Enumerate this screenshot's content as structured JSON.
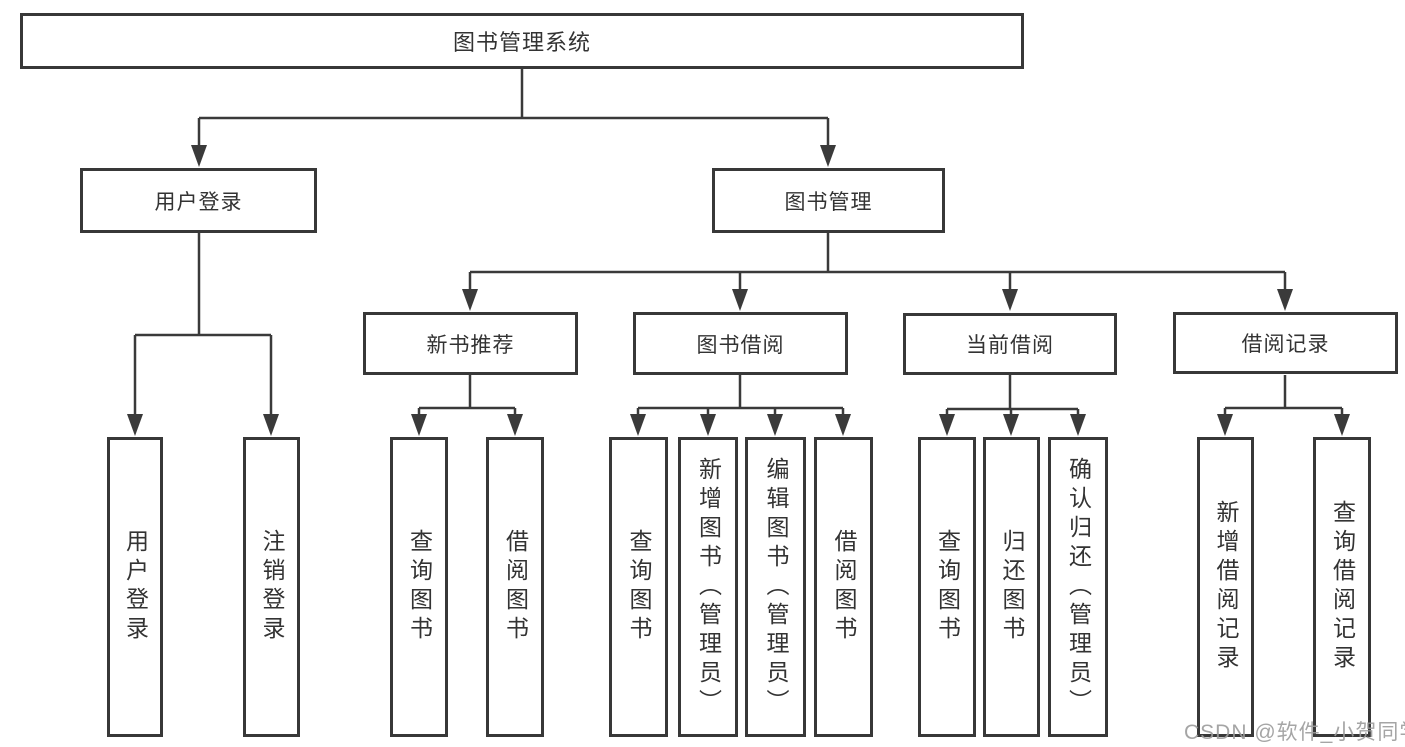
{
  "tree": {
    "root": {
      "label": "图书管理系统"
    },
    "branches": [
      {
        "label": "用户登录",
        "children": [
          {
            "label": "用户登录"
          },
          {
            "label": "注销登录"
          }
        ]
      },
      {
        "label": "图书管理",
        "children": [
          {
            "label": "新书推荐",
            "children": [
              {
                "label": "查询图书"
              },
              {
                "label": "借阅图书"
              }
            ]
          },
          {
            "label": "图书借阅",
            "children": [
              {
                "label": "查询图书"
              },
              {
                "label": "新增图书（管理员）"
              },
              {
                "label": "编辑图书（管理员）"
              },
              {
                "label": "借阅图书"
              }
            ]
          },
          {
            "label": "当前借阅",
            "children": [
              {
                "label": "查询图书"
              },
              {
                "label": "归还图书"
              },
              {
                "label": "确认归还（管理员）"
              }
            ]
          },
          {
            "label": "借阅记录",
            "children": [
              {
                "label": "新增借阅记录"
              },
              {
                "label": "查询借阅记录"
              }
            ]
          }
        ]
      }
    ]
  },
  "watermark": {
    "text": "CSDN @软件_小贺同学"
  },
  "colors": {
    "line": "#3a3a3a",
    "border": "#383838",
    "text": "#333333",
    "watermark": "#9c9c9c",
    "background": "#ffffff"
  }
}
